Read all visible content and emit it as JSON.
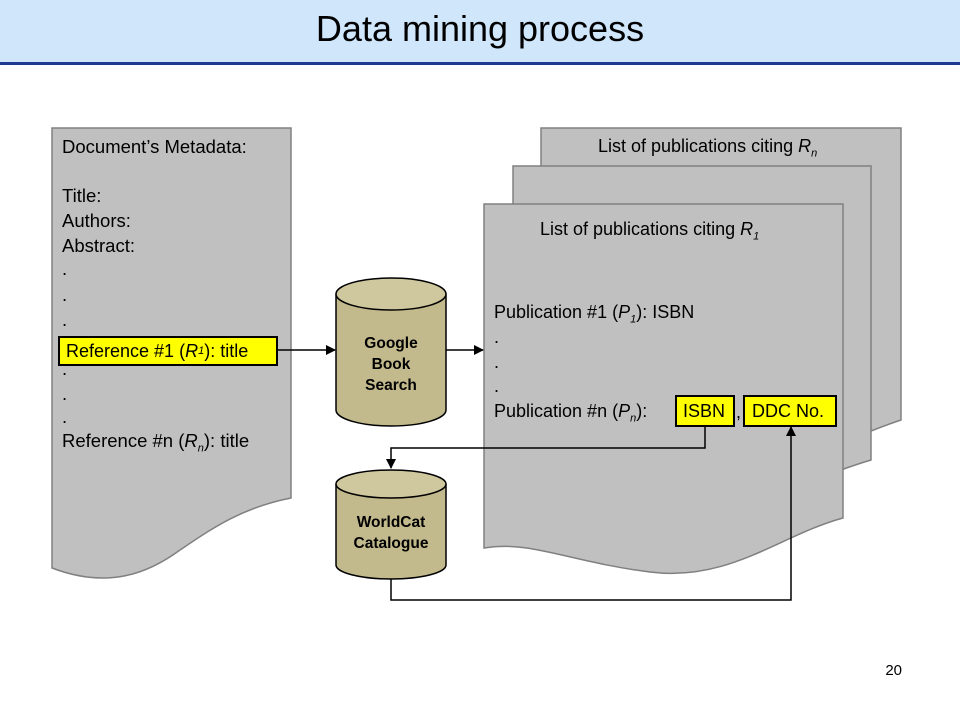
{
  "title": "Data mining process",
  "page_number": "20",
  "colors": {
    "page_fill": "#c0c0c0",
    "highlight": "#ffff00",
    "cylinder_fill": "#c2b98c",
    "title_band": "#cfe6fb",
    "title_rule": "#1f3a93"
  },
  "document": {
    "heading": "Document’s Metadata:",
    "title_field": "Title:",
    "authors_field": "Authors:",
    "abstract_field": "Abstract:",
    "dot": ".",
    "ref1_prefix": "Reference #1 (",
    "ref1_var": "R",
    "ref1_sub": "1",
    "ref1_suffix": "): title",
    "refn_prefix": "Reference #n (",
    "refn_var": "R",
    "refn_sub": "n",
    "refn_suffix": "): title"
  },
  "google": {
    "label": "Google\nBook\nSearch"
  },
  "worldcat": {
    "label": "WorldCat\nCatalogue"
  },
  "citing_lists": {
    "back_heading_prefix": "List of publications citing ",
    "back_var": "R",
    "back_sub": "n",
    "front_heading_prefix": "List of publications citing ",
    "front_var": "R",
    "front_sub": "1",
    "pub1_prefix": "Publication #1 (",
    "pub1_var": "P",
    "pub1_sub": "1",
    "pub1_suffix": "): ISBN",
    "dot": ".",
    "pubn_prefix": "Publication #n (",
    "pubn_var": "P",
    "pubn_sub": "n",
    "pubn_suffix": "):",
    "isbn_box": "ISBN",
    "comma": ",",
    "ddc_box": "DDC No."
  }
}
